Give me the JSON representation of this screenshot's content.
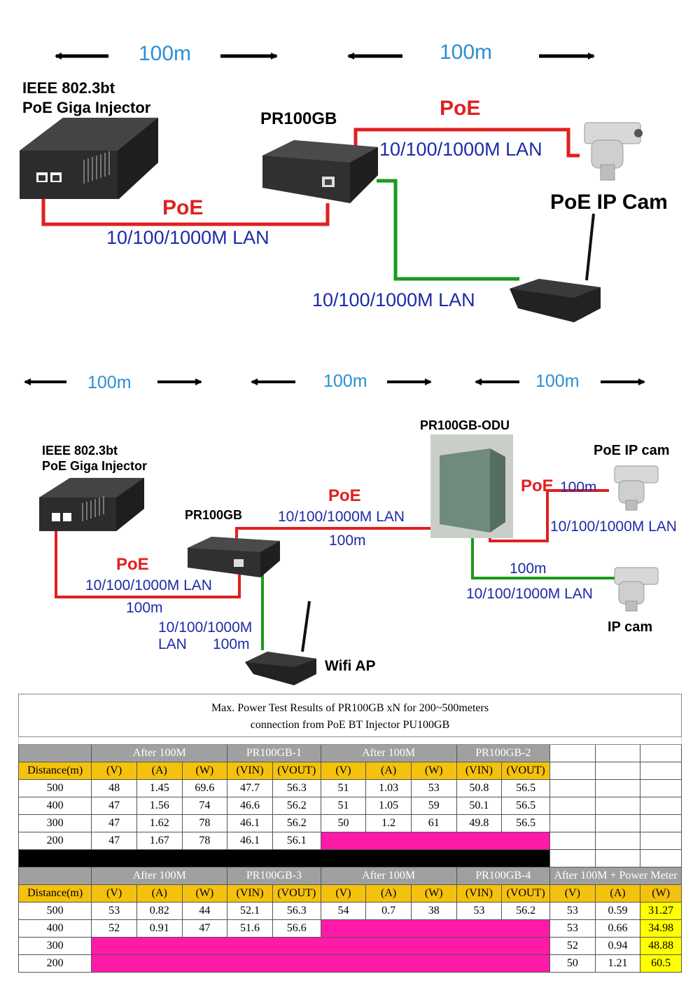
{
  "diagram1": {
    "distance_left": "100m",
    "distance_right": "100m",
    "injector_label": [
      "IEEE 802.3bt",
      "PoE Giga Injector"
    ],
    "repeater_label": "PR100GB",
    "poe_top": "PoE",
    "lan_top": "10/100/1000M LAN",
    "poe_left": "PoE",
    "lan_left": "10/100/1000M LAN",
    "cam_label": "PoE IP Cam",
    "lan_bottom": "10/100/1000M LAN"
  },
  "diagram2": {
    "distances": [
      "100m",
      "100m",
      "100m"
    ],
    "odu_label": "PR100GB-ODU",
    "injector_label": [
      "IEEE 802.3bt",
      "PoE Giga Injector"
    ],
    "repeater_label": "PR100GB",
    "poe_mid": "PoE",
    "lan_mid": "10/100/1000M LAN",
    "dist_mid": "100m",
    "poe_left": "PoE",
    "lan_left": "10/100/1000M LAN",
    "dist_left": "100m",
    "lan_ap": [
      "10/100/1000M",
      "LAN"
    ],
    "dist_ap": "100m",
    "ap_label": "Wifi AP",
    "poe_cam_label": "PoE IP cam",
    "poe_odu": "PoE",
    "dist_cam": "100m",
    "lan_cam": "10/100/1000M LAN",
    "dist_ipcam": "100m",
    "lan_ipcam": "10/100/1000M LAN",
    "ipcam_label": "IP cam"
  },
  "table": {
    "title_line1": "Max. Power Test Results of PR100GB xN for 200~500meters",
    "title_line2": "connection from PoE BT Injector PU100GB",
    "block1": {
      "groups": [
        "After 100M",
        "PR100GB-1",
        "After 100M",
        "PR100GB-2"
      ],
      "cols": [
        "Distance(m)",
        "(V)",
        "(A)",
        "(W)",
        "(VIN)",
        "(VOUT)",
        "(V)",
        "(A)",
        "(W)",
        "(VIN)",
        "(VOUT)"
      ],
      "rows": [
        [
          "500",
          "48",
          "1.45",
          "69.6",
          "47.7",
          "56.3",
          "51",
          "1.03",
          "53",
          "50.8",
          "56.5"
        ],
        [
          "400",
          "47",
          "1.56",
          "74",
          "46.6",
          "56.2",
          "51",
          "1.05",
          "59",
          "50.1",
          "56.5"
        ],
        [
          "300",
          "47",
          "1.62",
          "78",
          "46.1",
          "56.2",
          "50",
          "1.2",
          "61",
          "49.8",
          "56.5"
        ],
        [
          "200",
          "47",
          "1.67",
          "78",
          "46.1",
          "56.1"
        ]
      ]
    },
    "block2": {
      "groups": [
        "After 100M",
        "PR100GB-3",
        "After 100M",
        "PR100GB-4",
        "After 100M + Power Meter"
      ],
      "cols": [
        "Distance(m)",
        "(V)",
        "(A)",
        "(W)",
        "(VIN)",
        "(VOUT)",
        "(V)",
        "(A)",
        "(W)",
        "(VIN)",
        "(VOUT)",
        "(V)",
        "(A)",
        "(W)"
      ],
      "rows": [
        [
          "500",
          "53",
          "0.82",
          "44",
          "52.1",
          "56.3",
          "54",
          "0.7",
          "38",
          "53",
          "56.2",
          "53",
          "0.59",
          "31.27"
        ],
        [
          "400",
          "52",
          "0.91",
          "47",
          "51.6",
          "56.6",
          "53",
          "0.66",
          "34.98"
        ],
        [
          "300",
          "52",
          "0.94",
          "48.88"
        ],
        [
          "200",
          "50",
          "1.21",
          "60.5"
        ]
      ]
    }
  }
}
